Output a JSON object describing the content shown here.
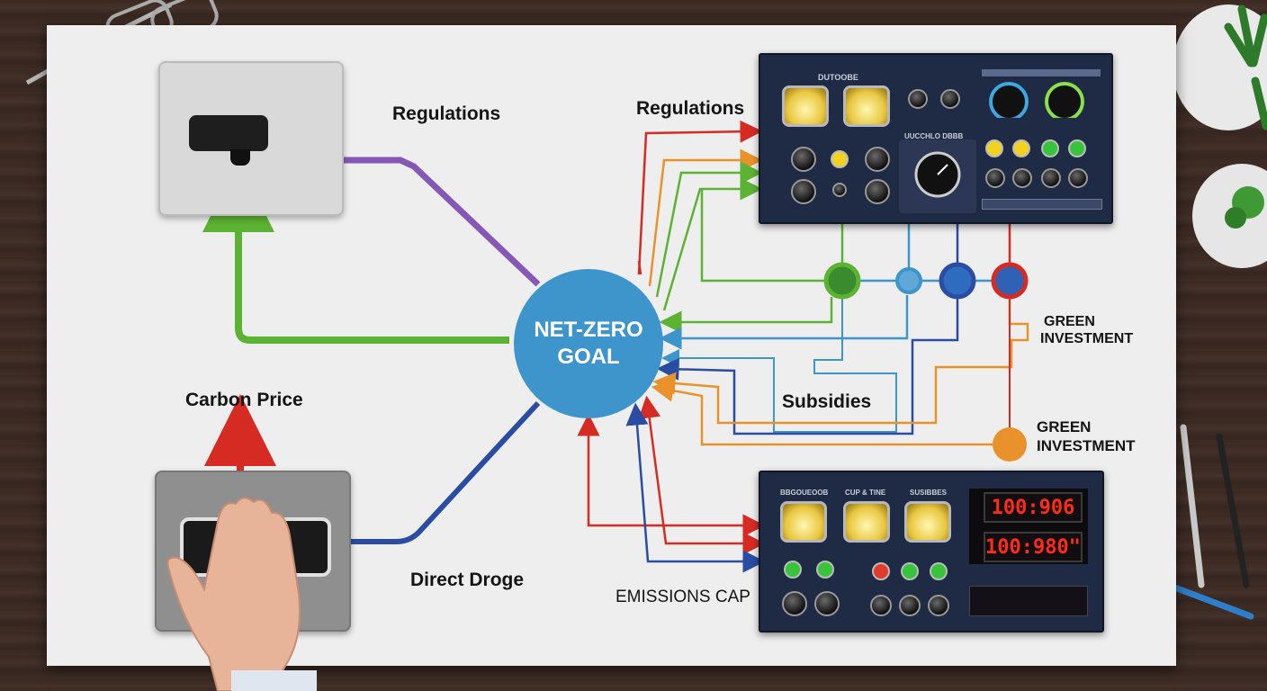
{
  "goal": {
    "line1": "NET-ZERO",
    "line2": "GOAL"
  },
  "labels": {
    "regulations_left": "Regulations",
    "regulations_right": "Regulations",
    "carbon_price": "Carbon Price",
    "direct_drag": "Direct Droge",
    "subsidies": "Subsidies",
    "green_investment_top_1": "GREEN",
    "green_investment_top_2": "INVESTMENT",
    "green_investment_bottom_1": "GREEN",
    "green_investment_bottom_2": "INVESTMENT",
    "emissions_cap": "EMISSIONS CAP"
  },
  "top_panel": {
    "title": "DUTOOBE",
    "section_label": "UUCCHLO DBBB"
  },
  "bottom_panel": {
    "gauge_labels": [
      "BBGOUEOOB",
      "CUP & TINE",
      "SUSIBBES"
    ],
    "display_1": "100:906",
    "display_2": "100:980\""
  },
  "colors": {
    "green": "#5cb233",
    "purple": "#8658b5",
    "red": "#d62b22",
    "blue": "#2a4da3",
    "light_blue": "#3d95cc",
    "orange": "#e9922b"
  }
}
